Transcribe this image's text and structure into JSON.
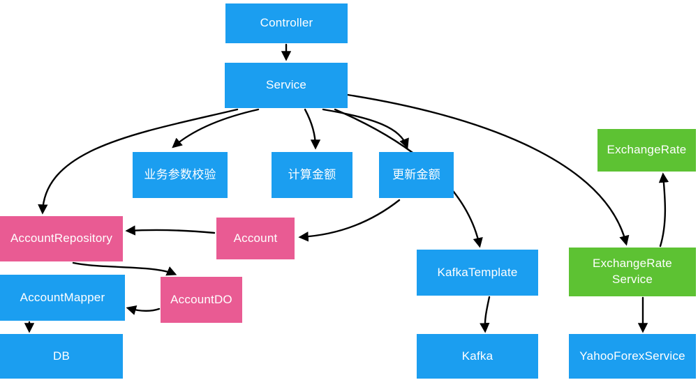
{
  "diagram": {
    "type": "flowchart",
    "background": "#ffffff"
  },
  "colors": {
    "blue": "#1B9EF0",
    "pink": "#E95B93",
    "green": "#5DC233",
    "arrow": "#000000",
    "text": "#FFFFFF"
  },
  "nodes": {
    "controller": {
      "label": "Controller",
      "color": "blue"
    },
    "service": {
      "label": "Service",
      "color": "blue"
    },
    "param_check": {
      "label": "业务参数校验",
      "color": "blue"
    },
    "calc_amount": {
      "label": "计算金额",
      "color": "blue"
    },
    "update_amount": {
      "label": "更新金额",
      "color": "blue"
    },
    "exchange_rate": {
      "label": "ExchangeRate",
      "color": "green"
    },
    "account_repository": {
      "label": "AccountRepository",
      "color": "pink"
    },
    "account": {
      "label": "Account",
      "color": "pink"
    },
    "account_mapper": {
      "label": "AccountMapper",
      "color": "blue"
    },
    "account_do": {
      "label": "AccountDO",
      "color": "pink"
    },
    "kafka_template": {
      "label": "KafkaTemplate",
      "color": "blue"
    },
    "exchange_rate_service": {
      "label": "ExchangeRate\nService",
      "color": "green"
    },
    "db": {
      "label": "DB",
      "color": "blue"
    },
    "kafka": {
      "label": "Kafka",
      "color": "blue"
    },
    "yahoo_forex_service": {
      "label": "YahooForexService",
      "color": "blue"
    }
  },
  "edges": [
    {
      "from": "controller",
      "to": "service"
    },
    {
      "from": "service",
      "to": "param_check"
    },
    {
      "from": "service",
      "to": "calc_amount"
    },
    {
      "from": "service",
      "to": "update_amount"
    },
    {
      "from": "service",
      "to": "account_repository"
    },
    {
      "from": "service",
      "to": "kafka_template"
    },
    {
      "from": "service",
      "to": "exchange_rate_service"
    },
    {
      "from": "update_amount",
      "to": "account"
    },
    {
      "from": "account",
      "to": "account_repository"
    },
    {
      "from": "account_repository",
      "to": "account_do"
    },
    {
      "from": "account_do",
      "to": "account_mapper"
    },
    {
      "from": "account_mapper",
      "to": "db"
    },
    {
      "from": "kafka_template",
      "to": "kafka"
    },
    {
      "from": "exchange_rate_service",
      "to": "exchange_rate"
    },
    {
      "from": "exchange_rate_service",
      "to": "yahoo_forex_service"
    }
  ]
}
